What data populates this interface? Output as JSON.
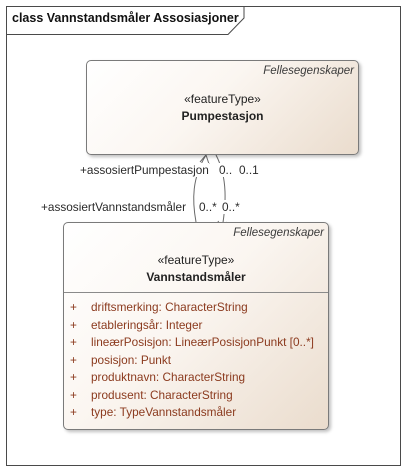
{
  "diagram": {
    "frame_title": "class Vannstandsmåler Assosiasjoner"
  },
  "classes": {
    "pumpestasjon": {
      "package": "Fellesegenskaper",
      "stereotype": "«featureType»",
      "name": "Pumpestasjon"
    },
    "vannstandsmaler": {
      "package": "Fellesegenskaper",
      "stereotype": "«featureType»",
      "name": "Vannstandsmåler",
      "attributes": [
        {
          "visibility": "+",
          "text": "driftsmerking: CharacterString"
        },
        {
          "visibility": "+",
          "text": "etableringsår: Integer"
        },
        {
          "visibility": "+",
          "text": "lineærPosisjon: LineærPosisjonPunkt [0..*]"
        },
        {
          "visibility": "+",
          "text": "posisjon: Punkt"
        },
        {
          "visibility": "+",
          "text": "produktnavn: CharacterString"
        },
        {
          "visibility": "+",
          "text": "produsent: CharacterString"
        },
        {
          "visibility": "+",
          "text": "type: TypeVannstandsmåler"
        }
      ]
    }
  },
  "associations": {
    "role_pumpestasjon": "+assosiertPumpestasjon",
    "mult_pumpestasjon_a": "0..",
    "mult_pumpestasjon_b": "0..1",
    "role_vannstandsmaler": "+assosiertVannstandsmåler",
    "mult_vannstandsmaler_a": "0..*",
    "mult_vannstandsmaler_b": "0..*"
  }
}
